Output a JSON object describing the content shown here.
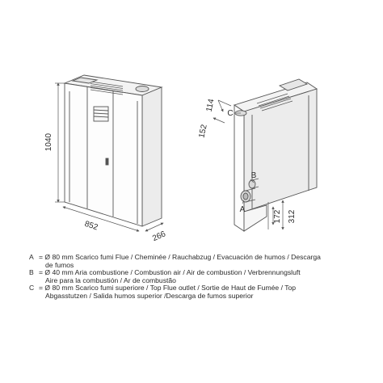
{
  "diagram": {
    "left_view": {
      "height_dim": "1040",
      "width_dim": "852",
      "depth_dim": "266"
    },
    "right_view": {
      "dim_top_offset": "114",
      "dim_side_offset": "152",
      "dim_lower_1": "172",
      "dim_lower_2": "312",
      "callout_a": "A",
      "callout_b": "B",
      "callout_c": "C"
    }
  },
  "legend": {
    "items": [
      {
        "key": "A",
        "lines": [
          "= Ø 80 mm Scarico fumi Flue / Cheminée / Rauchabzug / Evacuación de humos / Descarga",
          "de fumos"
        ]
      },
      {
        "key": "B",
        "lines": [
          "= Ø 40 mm  Aria combustione / Combustion air / Air de combustion / Verbrennungsluft",
          "Aire para la combustión / Ar de combustão"
        ]
      },
      {
        "key": "C",
        "lines": [
          "= Ø 80 mm  Scarico fumi superiore / Top Flue outlet / Sortie de Haut de Fumée / Top",
          "Abgasstutzen / Salida humos superior /Descarga de fumos superior"
        ]
      }
    ]
  }
}
